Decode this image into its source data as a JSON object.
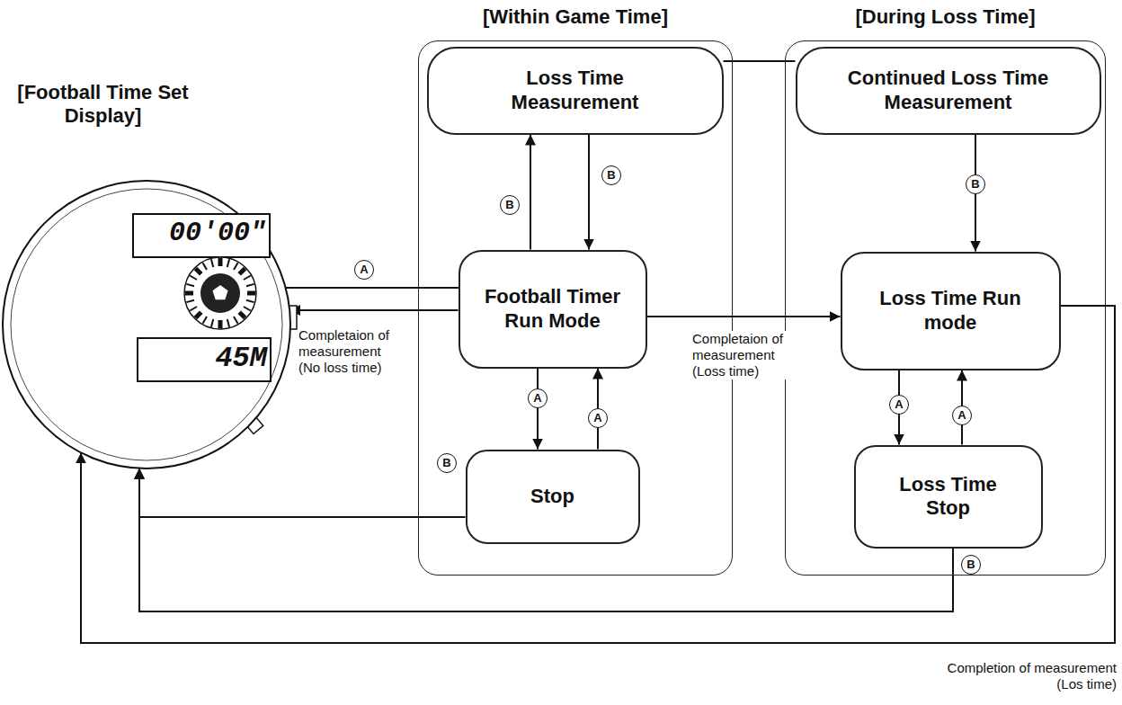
{
  "diagram": {
    "nodes": [
      {
        "text": [
          "[Football Time Set Display]",
          "00′00″",
          "45M"
        ]
      },
      {
        "text": [
          "[Within Game Time]"
        ]
      },
      {
        "text": [
          "Loss Time Measurement"
        ],
        "in": 1
      },
      {
        "text": [
          "Football Timer Run Mode"
        ],
        "in": 1
      },
      {
        "text": [
          "Stop"
        ],
        "in": 1
      },
      {
        "text": [
          "[During Loss Time]"
        ]
      },
      {
        "text": [
          "Continued Loss Time Measurement"
        ],
        "in": 5
      },
      {
        "text": [
          "Loss Time Run mode"
        ],
        "in": 5
      },
      {
        "text": [
          "Loss Time Stop"
        ],
        "in": 5
      }
    ],
    "edges": [
      {
        "from": 0,
        "to": 3,
        "label": "A",
        "arrow": "to"
      },
      {
        "from": 3,
        "to": 0,
        "label": "Completaion of measurement (No loss time)",
        "arrow": "to"
      },
      {
        "from": 3,
        "to": 2,
        "label": "B",
        "arrow": "to"
      },
      {
        "from": 2,
        "to": 3,
        "label": "B",
        "arrow": "to"
      },
      {
        "from": 3,
        "to": 4,
        "label": "A",
        "arrow": "to"
      },
      {
        "from": 4,
        "to": 3,
        "label": "A",
        "arrow": "to"
      },
      {
        "from": 4,
        "to": 0,
        "label": "B",
        "arrow": "to"
      },
      {
        "from": 3,
        "to": 7,
        "label": "Completaion of measurement (Loss time)",
        "arrow": "to"
      },
      {
        "from": 2,
        "to": 6,
        "arrow": "none"
      },
      {
        "from": 6,
        "to": 7,
        "label": "B",
        "arrow": "to"
      },
      {
        "from": 7,
        "to": 8,
        "label": "A",
        "arrow": "to"
      },
      {
        "from": 8,
        "to": 7,
        "label": "A",
        "arrow": "to"
      },
      {
        "from": 8,
        "to": 0,
        "label": "B",
        "arrow": "to"
      },
      {
        "from": 7,
        "to": 0,
        "label": "Completion of measurement (Los time)",
        "arrow": "to"
      }
    ]
  }
}
